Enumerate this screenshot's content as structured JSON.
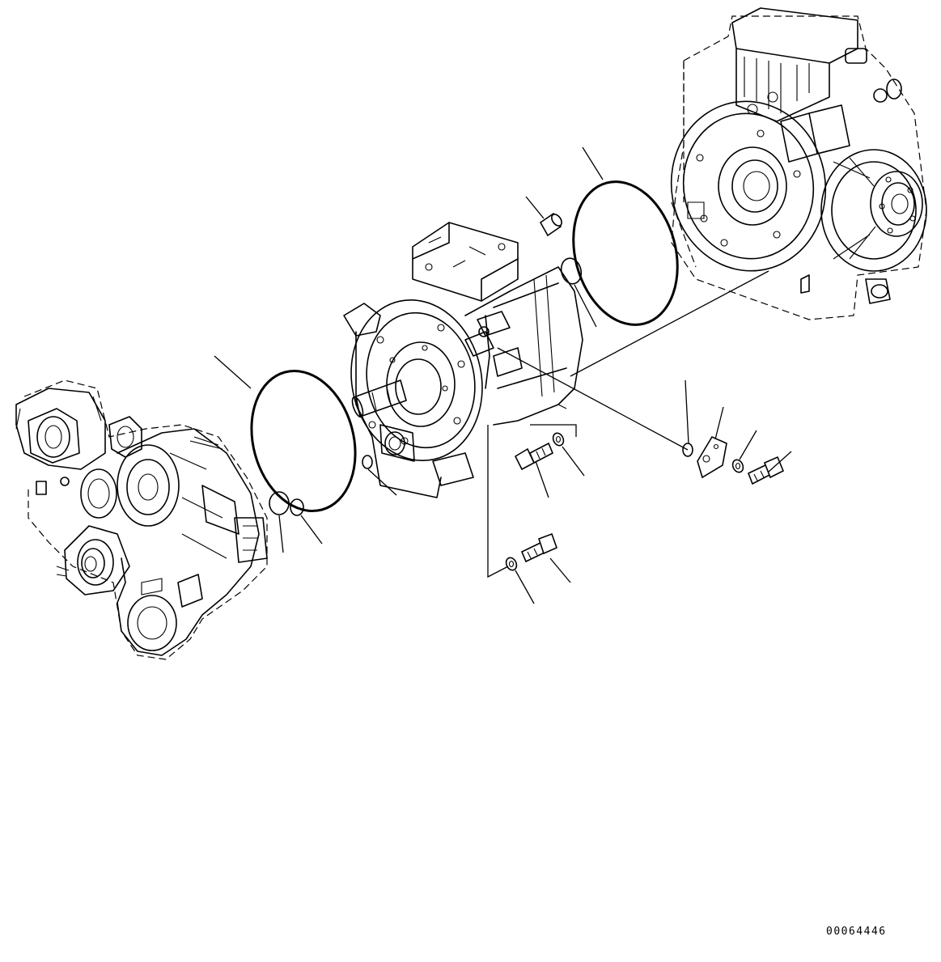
{
  "drawing": {
    "number": "00064446"
  },
  "parts": [
    {
      "id": "rear-housing",
      "icon": "transmission-housing-icon"
    },
    {
      "id": "pump-assembly",
      "icon": "hydraulic-pump-icon"
    },
    {
      "id": "front-case",
      "icon": "gear-case-icon"
    },
    {
      "id": "large-o-ring-rear",
      "icon": "o-ring-icon"
    },
    {
      "id": "large-o-ring-front",
      "icon": "o-ring-icon"
    },
    {
      "id": "dowel-pin",
      "icon": "pin-icon"
    },
    {
      "id": "bolts",
      "icon": "bolt-icon"
    },
    {
      "id": "washers",
      "icon": "washer-icon"
    },
    {
      "id": "cover-plate",
      "icon": "plate-icon"
    },
    {
      "id": "small-o-rings",
      "icon": "o-ring-icon"
    }
  ],
  "colors": {
    "line": "#000000",
    "background": "#ffffff"
  }
}
